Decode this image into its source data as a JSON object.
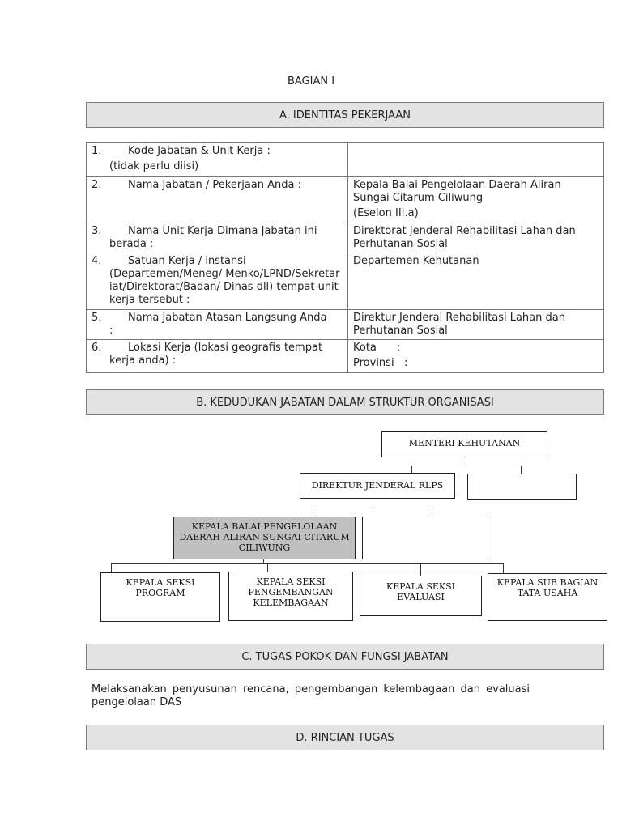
{
  "page_heading": "BAGIAN I",
  "sections": {
    "a": "A. IDENTITAS PEKERJAAN",
    "b": "B. KEDUDUKAN JABATAN DALAM STRUKTUR ORGANISASI",
    "c": "C. TUGAS POKOK DAN FUNGSI JABATAN",
    "d": "D. RINCIAN TUGAS"
  },
  "identity_table": {
    "rows": [
      {
        "num": "1.",
        "q_first": "Kode Jabatan & Unit Kerja :",
        "q_rest": "(tidak perlu diisi)",
        "a_lines": []
      },
      {
        "num": "2.",
        "q_first": "Nama Jabatan / Pekerjaan Anda :",
        "q_rest": "",
        "a_lines": [
          "Kepala Balai Pengelolaan Daerah Aliran Sungai Citarum Ciliwung",
          "(Eselon III.a)"
        ]
      },
      {
        "num": "3.",
        "q_first": "Nama Unit Kerja Dimana Jabatan ini",
        "q_rest": "berada :",
        "a_lines": [
          "Direktorat Jenderal Rehabilitasi Lahan dan Perhutanan Sosial"
        ]
      },
      {
        "num": "4.",
        "q_first": "Satuan Kerja / instansi",
        "q_rest": "(Departemen/Meneg/ Menko/LPND/Sekretariat/Direktorat/Badan/ Dinas dll) tempat unit kerja tersebut :",
        "a_lines": [
          "Departemen Kehutanan"
        ]
      },
      {
        "num": "5.",
        "q_first": "Nama Jabatan Atasan Langsung Anda",
        "q_rest": ":",
        "a_lines": [
          "Direktur Jenderal Rehabilitasi Lahan dan Perhutanan Sosial"
        ]
      },
      {
        "num": "6.",
        "q_first": "Lokasi Kerja (lokasi geografis tempat",
        "q_rest": "kerja anda) :",
        "a_lines": [
          "Kota      :",
          "Provinsi   :"
        ]
      }
    ]
  },
  "org_chart": {
    "menteri": "MENTERI KEHUTANAN",
    "dirjen": "DIREKTUR JENDERAL RLPS",
    "kepala_balai": "KEPALA BALAI PENGELOLAAN DAERAH ALIRAN SUNGAI CITARUM CILIWUNG",
    "seksi_program": "KEPALA SEKSI PROGRAM",
    "seksi_pengembangan": "KEPALA SEKSI PENGEMBANGAN KELEMBAGAAN",
    "seksi_evaluasi": "KEPALA SEKSI EVALUASI",
    "sub_bagian": "KEPALA SUB BAGIAN TATA USAHA"
  },
  "tugas_pokok": "Melaksanakan penyusunan rencana, pengembangan kelembagaan dan evaluasi pengelolaan DAS"
}
